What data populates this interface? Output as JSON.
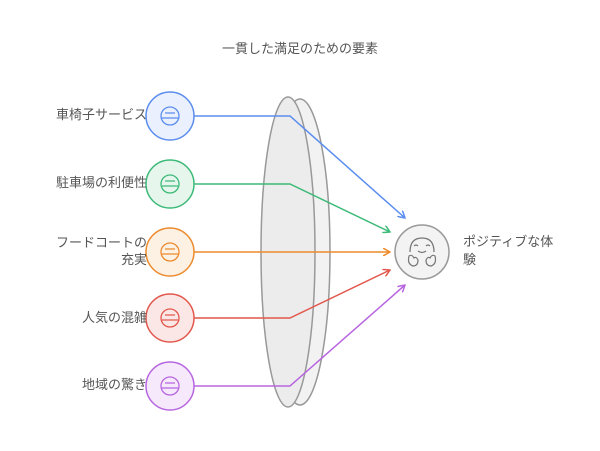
{
  "title": "一貫した満足のための要素",
  "factors": [
    {
      "label": "車椅子サービス",
      "color": "#5b8def",
      "fill": "#eaf0fd",
      "icon": "wheelchair-icon"
    },
    {
      "label": "駐車場の利便性",
      "color": "#3cba78",
      "fill": "#e6f6ed",
      "icon": "parking-car-icon"
    },
    {
      "label": "フードコートの充実",
      "line1": "フードコートの",
      "line2": "充実",
      "color": "#ec8a2c",
      "fill": "#fdf1e4",
      "icon": "food-court-icon"
    },
    {
      "label": "人気の混雑",
      "color": "#e2574c",
      "fill": "#fbe8e6",
      "icon": "crowd-icon"
    },
    {
      "label": "地域の驚き",
      "color": "#b866e0",
      "fill": "#f5e9fb",
      "icon": "surprise-face-icon"
    }
  ],
  "outcome": {
    "label": "ポジティブな体験",
    "line1": "ポジティブな体",
    "line2": "験",
    "icon": "happy-face-icon"
  }
}
